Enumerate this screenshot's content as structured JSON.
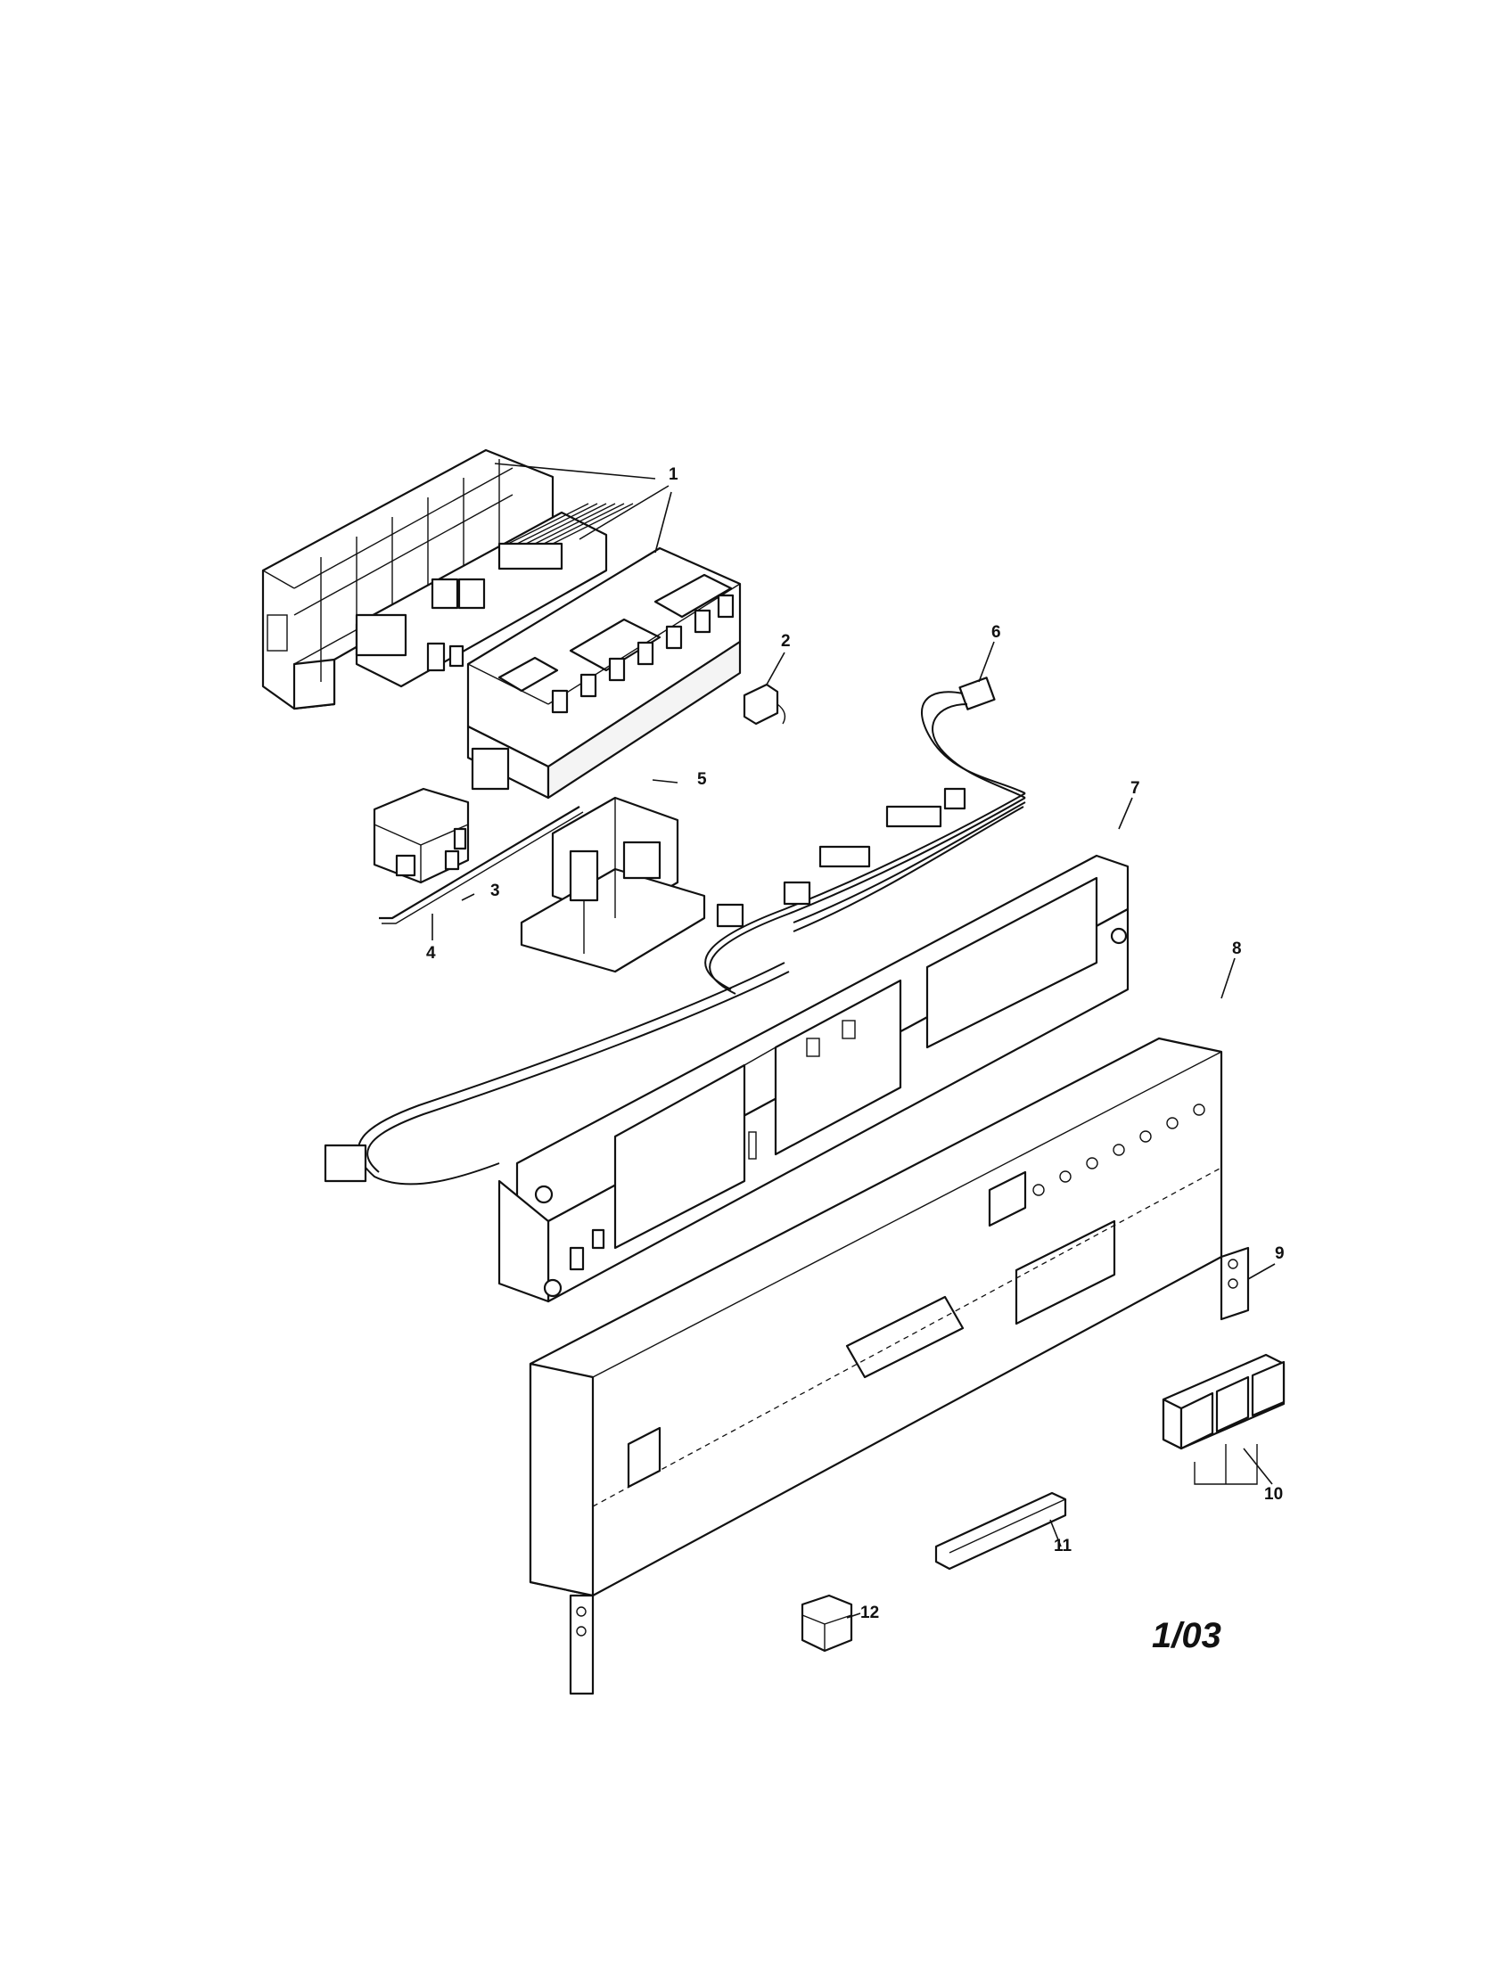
{
  "diagram": {
    "callouts": [
      "1",
      "2",
      "3",
      "4",
      "5",
      "6",
      "7",
      "8",
      "9",
      "10",
      "11",
      "12"
    ],
    "date_code": "1/03"
  }
}
